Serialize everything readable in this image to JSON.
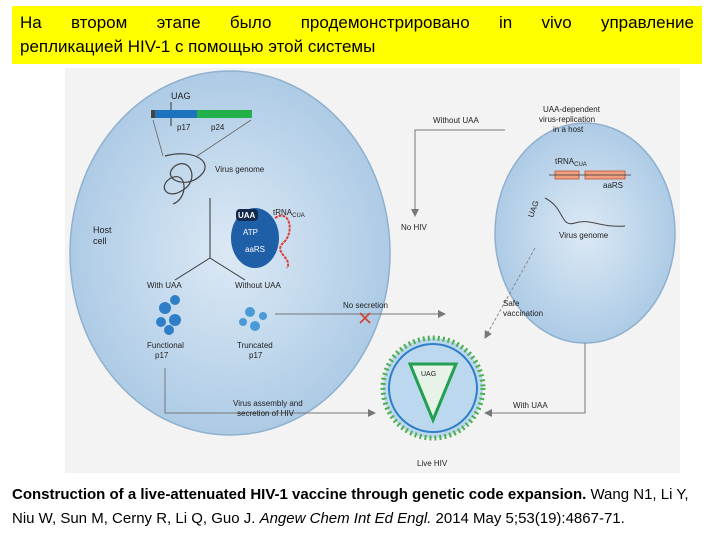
{
  "heading": {
    "line1_words": [
      "На",
      "втором",
      "этапе",
      "было",
      "продемонстрировано",
      "in",
      "vivo",
      "управление"
    ],
    "line2": "репликацией HIV-1 с помощью этой системы",
    "background_color": "#ffff00"
  },
  "diagram": {
    "host_cell": "Host\ncell",
    "uag_left": "UAG",
    "p17": "p17",
    "p24": "p24",
    "virus_genome_left": "Virus genome",
    "uaa_badge": "UAA",
    "atp": "ATP",
    "trna_left": "tRNA",
    "trna_left_sub": "CUA",
    "aars_left": "aaRS",
    "with_uaa_left": "With UAA",
    "without_uaa_left": "Without UAA",
    "functional_p17": "Functional\np17",
    "truncated_p17": "Truncated\np17",
    "no_secretion": "No secretion",
    "without_uaa_top": "Without UAA",
    "uaa_dependent": "UAA-dependent\nvirus-replication\nin a host",
    "trna_right": "tRNA",
    "trna_right_sub": "CUA",
    "aars_right": "aaRS",
    "uag_right": "UAG",
    "virus_genome_right": "Virus genome",
    "no_hiv": "No HIV",
    "safe_vaccination": "Safe\nvaccination",
    "uag_virus": "UAG",
    "virus_assembly": "Virus assembly and\nsecretion of HIV",
    "with_uaa_bottom": "With UAA",
    "live_hiv": "Live HIV",
    "colors": {
      "cell": "#c5ddf0",
      "p17": "#1e73be",
      "p24": "#22b04b",
      "aars": "#e8794a",
      "virus_ring": "#4caf50"
    }
  },
  "caption": {
    "title": "Construction of a live-attenuated HIV-1 vaccine through genetic code expansion.",
    "authors": "Wang N1, Li Y, Niu W, Sun M, Cerny R, Li Q, Guo J.",
    "journal": "Angew Chem Int Ed Engl.",
    "citation": "2014 May 5;53(19):4867-71."
  }
}
